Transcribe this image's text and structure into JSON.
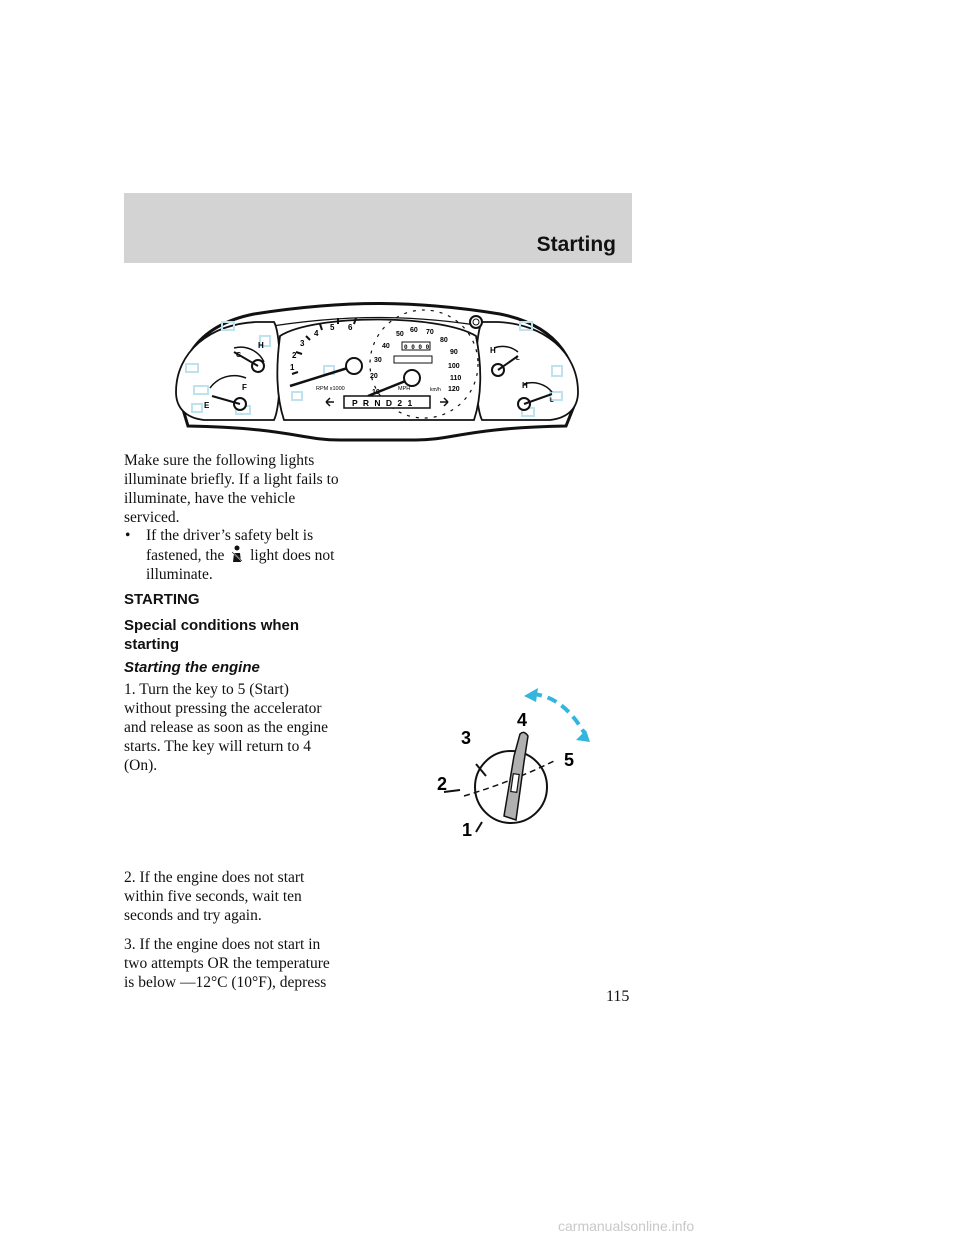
{
  "header": {
    "title": "Starting"
  },
  "cluster": {
    "tach_ticks": [
      "1",
      "2",
      "3",
      "4",
      "5",
      "6"
    ],
    "tach_label": "RPM x1000",
    "speed_ticks": [
      "10",
      "20",
      "30",
      "40",
      "50",
      "60",
      "70",
      "80",
      "90",
      "100",
      "110",
      "120"
    ],
    "speed_unit_mph": "MPH",
    "speed_unit_kmh": "km/h",
    "odometer": "0 0 0 0",
    "prndl": "P R N D 2 1",
    "fuel_e": "E",
    "fuel_f": "F",
    "temp_c": "C",
    "temp_h": "H",
    "oil_h": "H",
    "oil_l": "L",
    "volt_h": "H",
    "volt_l": "L",
    "accent_color": "#bfe3ee"
  },
  "intro": {
    "lines": [
      "Make sure the following lights",
      "illuminate briefly. If a light fails to",
      "illuminate, have the vehicle",
      "serviced."
    ]
  },
  "bullet": {
    "symbol": "•",
    "line1": "If the driver’s safety belt is",
    "line2_pre": "fastened, the",
    "line2_post": "light does not",
    "line3": "illuminate."
  },
  "headings": {
    "starting": "STARTING",
    "special_1": "Special conditions when",
    "special_2": "starting",
    "starting_engine": "Starting the engine"
  },
  "step1": {
    "lines": [
      "1. Turn the key to 5 (Start)",
      "without pressing the accelerator",
      "and release as soon as the engine",
      "starts. The key will return to 4",
      "(On)."
    ]
  },
  "ignition": {
    "positions": [
      "1",
      "2",
      "3",
      "4",
      "5"
    ],
    "arrow_color": "#33b5dd"
  },
  "step2": {
    "lines": [
      "2. If the engine does not start",
      "within five seconds, wait ten",
      "seconds and try again."
    ]
  },
  "step3": {
    "lines": [
      "3. If the engine does not start in",
      "two attempts OR the temperature",
      "is below —12°C (10°F), depress"
    ]
  },
  "page_number": "115",
  "watermark": "carmanualsonline.info"
}
